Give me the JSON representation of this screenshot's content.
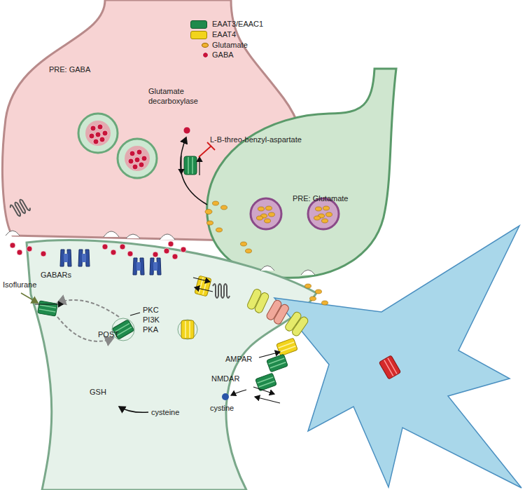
{
  "diagram": {
    "nodes": [
      {
        "text": [
          "PRE: GABA"
        ]
      },
      {
        "text": [
          "PRE: Glutamate"
        ]
      },
      {
        "text": [
          "POST"
        ]
      }
    ],
    "labels": [
      "Glutamate decarboxylase",
      "L-B-threo-benzyl-aspartate",
      "GABARs",
      "Isoflurane",
      "PKC",
      "PI3K",
      "PKA",
      "GSH",
      "cysteine",
      "cystine",
      "AMPAR",
      "NMDAR"
    ],
    "legend": [
      {
        "text": "EAAT3/EAAC1",
        "color": "#1f8a4c"
      },
      {
        "text": "EAAT4",
        "color": "#f2d41c"
      },
      {
        "text": "Glutamate",
        "color": "#f0b232"
      },
      {
        "text": "GABA",
        "color": "#c8143a"
      }
    ]
  }
}
